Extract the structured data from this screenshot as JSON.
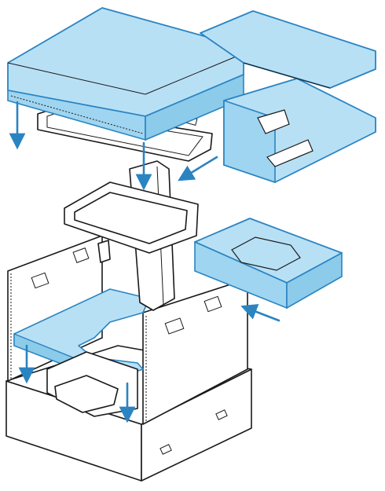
{
  "diagram": {
    "kind": "exploded-packaging-illustration",
    "colors": {
      "foam": "#b8e0f5",
      "foam_edge": "#2a84c2",
      "arrow": "#2a84c2",
      "line": "#1a1a1a",
      "box": "#ffffff"
    },
    "icons": [
      "top-foam-cap",
      "side-foam-insert",
      "top-hexagon-foam-block",
      "bottom-tray-foam",
      "cart-unit",
      "cardboard-box",
      "insertion-arrow"
    ],
    "arrow_count": 6
  }
}
